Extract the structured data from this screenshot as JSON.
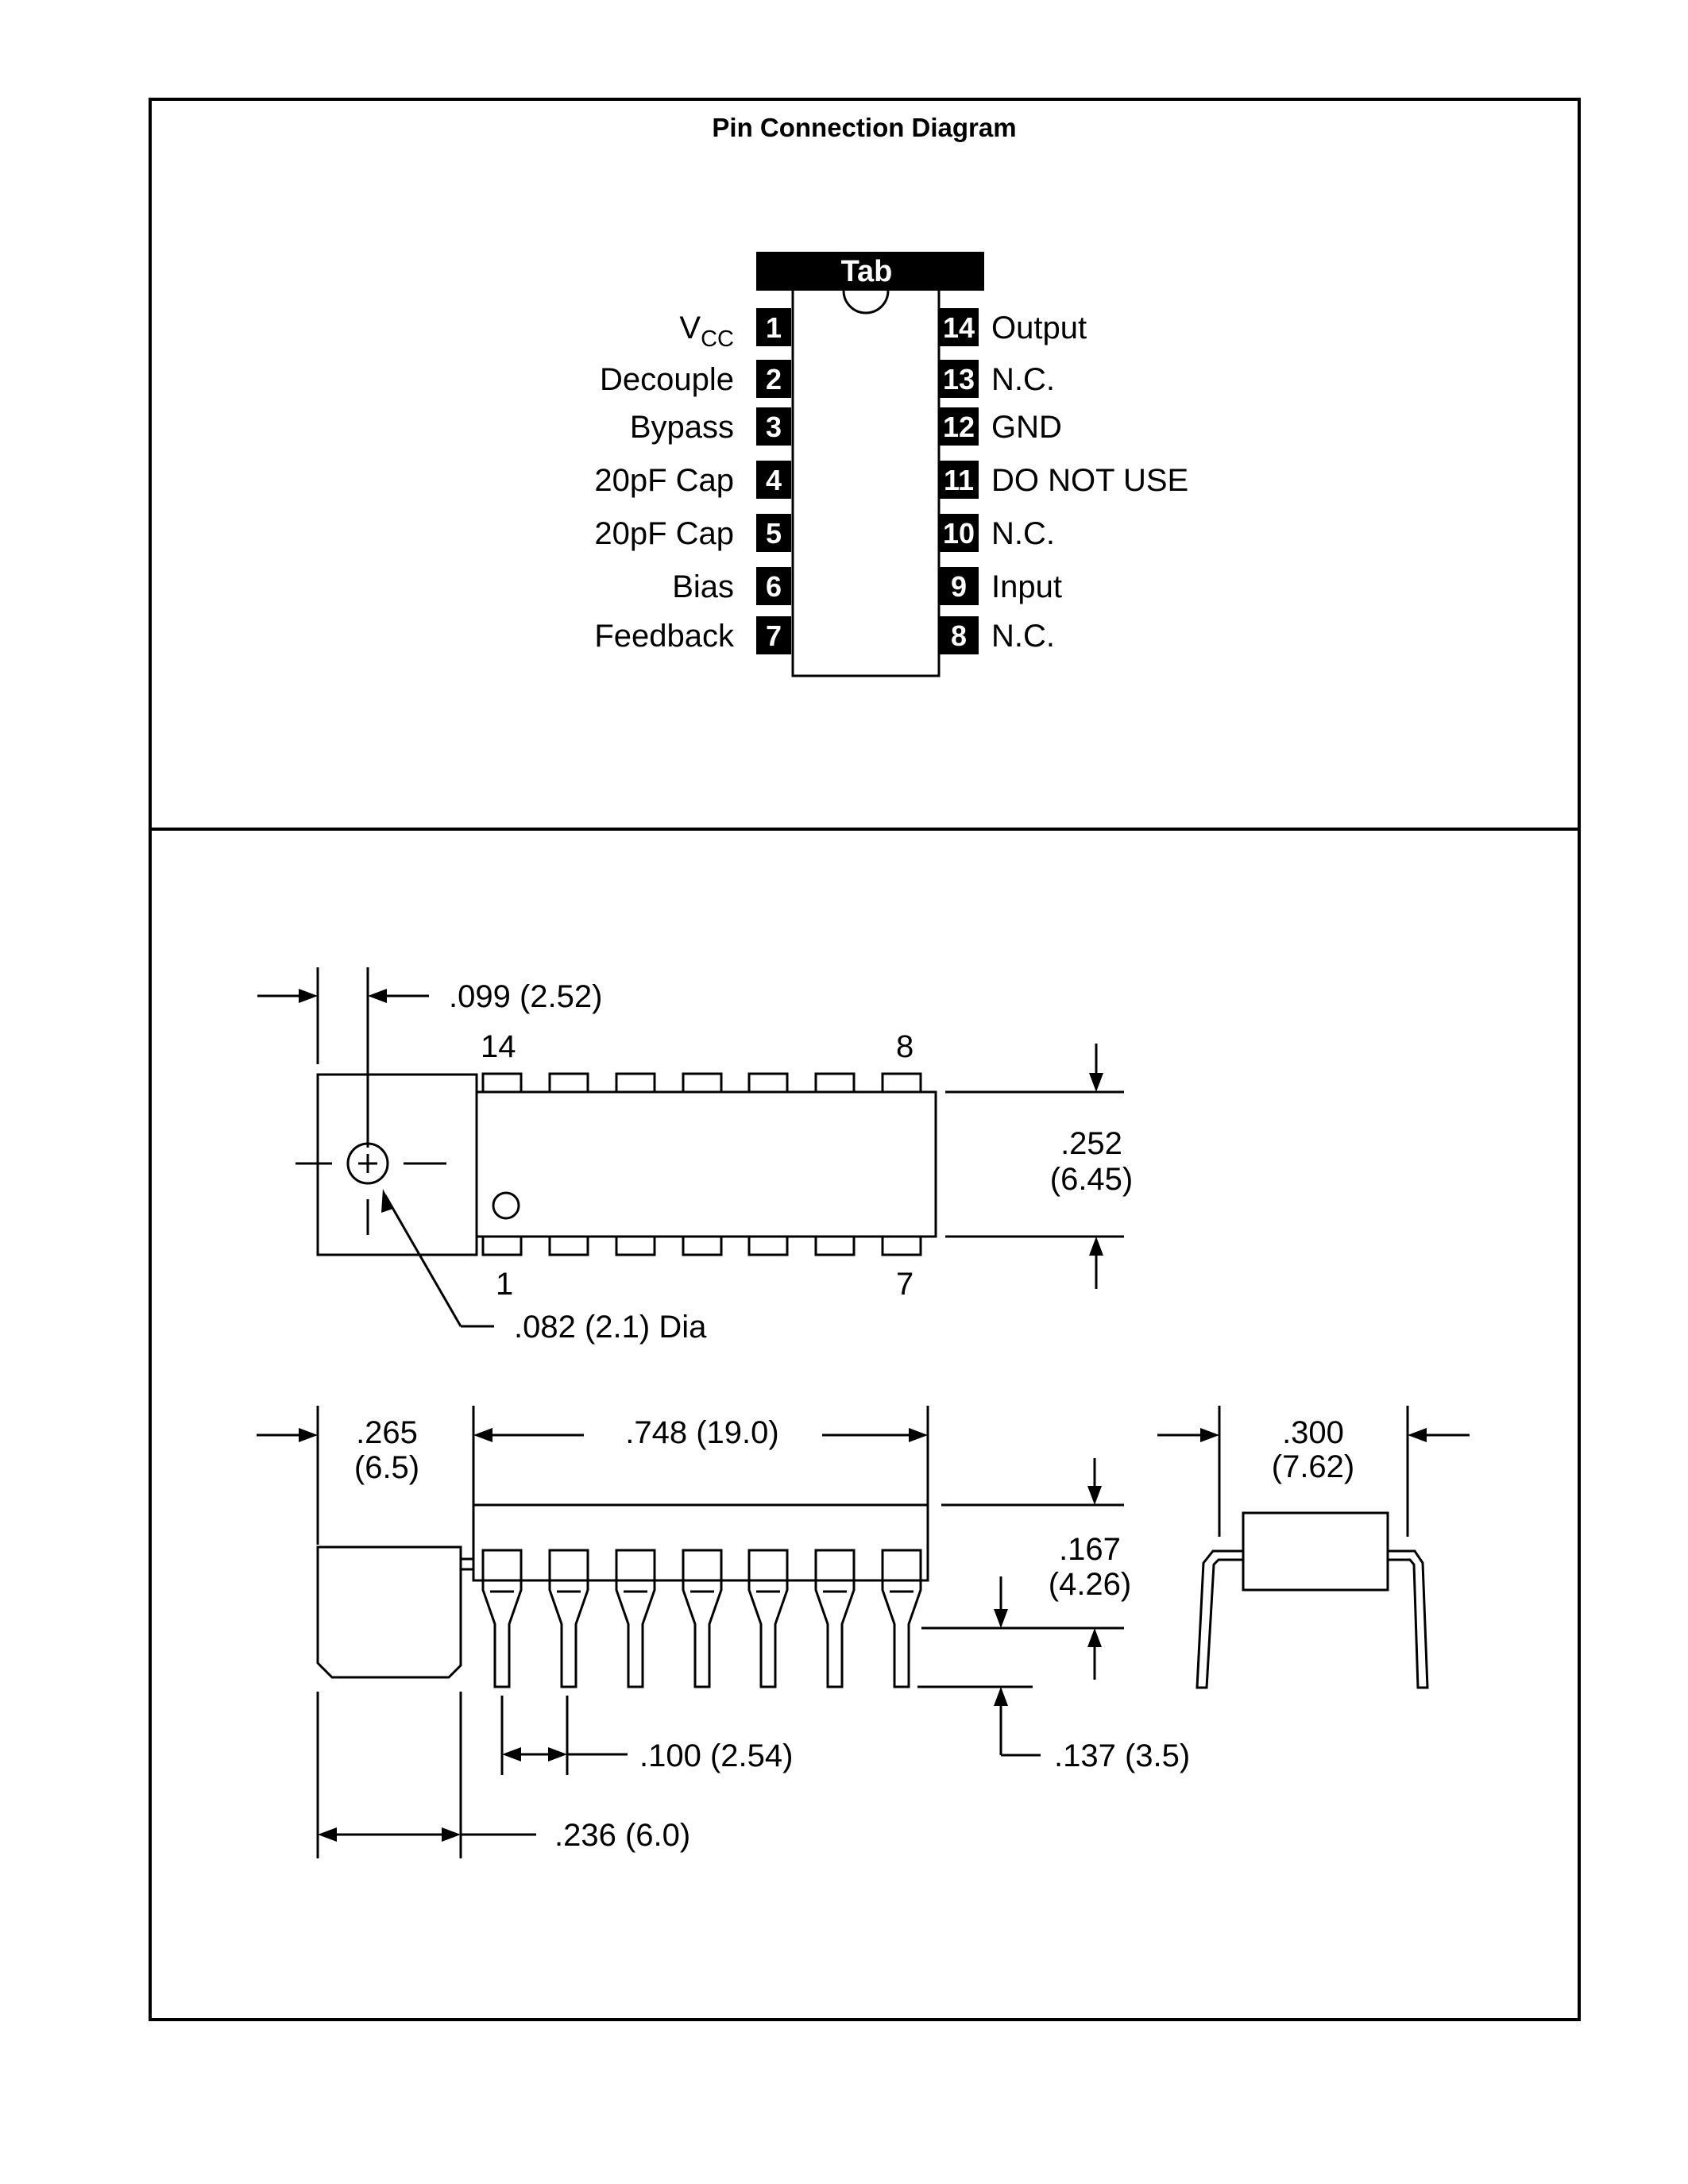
{
  "title": "Pin Connection Diagram",
  "tab_label": "Tab",
  "pins_left": [
    {
      "num": "1",
      "label": "V",
      "sub": "CC"
    },
    {
      "num": "2",
      "label": "Decouple"
    },
    {
      "num": "3",
      "label": "Bypass"
    },
    {
      "num": "4",
      "label": "20pF Cap"
    },
    {
      "num": "5",
      "label": "20pF Cap"
    },
    {
      "num": "6",
      "label": "Bias"
    },
    {
      "num": "7",
      "label": "Feedback"
    }
  ],
  "pins_right": [
    {
      "num": "14",
      "label": "Output"
    },
    {
      "num": "13",
      "label": "N.C."
    },
    {
      "num": "12",
      "label": "GND"
    },
    {
      "num": "11",
      "label": "DO NOT USE"
    },
    {
      "num": "10",
      "label": "N.C."
    },
    {
      "num": "9",
      "label": "Input"
    },
    {
      "num": "8",
      "label": "N.C."
    }
  ],
  "package": {
    "pin14_label": "14",
    "pin8_label": "8",
    "pin1_label": "1",
    "pin7_label": "7",
    "tab_hole_offset": ".099 (2.52)",
    "hole_dia": ".082 (2.1) Dia",
    "body_width_in": ".252",
    "body_width_mm": "(6.45)",
    "tab_length_in": ".265",
    "tab_length_mm": "(6.5)",
    "body_length": ".748 (19.0)",
    "row_spacing_in": ".300",
    "row_spacing_mm": "(7.62)",
    "body_height_in": ".167",
    "body_height_mm": "(4.26)",
    "lead_length": ".137 (3.5)",
    "pin_pitch": ".100 (2.54)",
    "tab_width": ".236 (6.0)"
  }
}
